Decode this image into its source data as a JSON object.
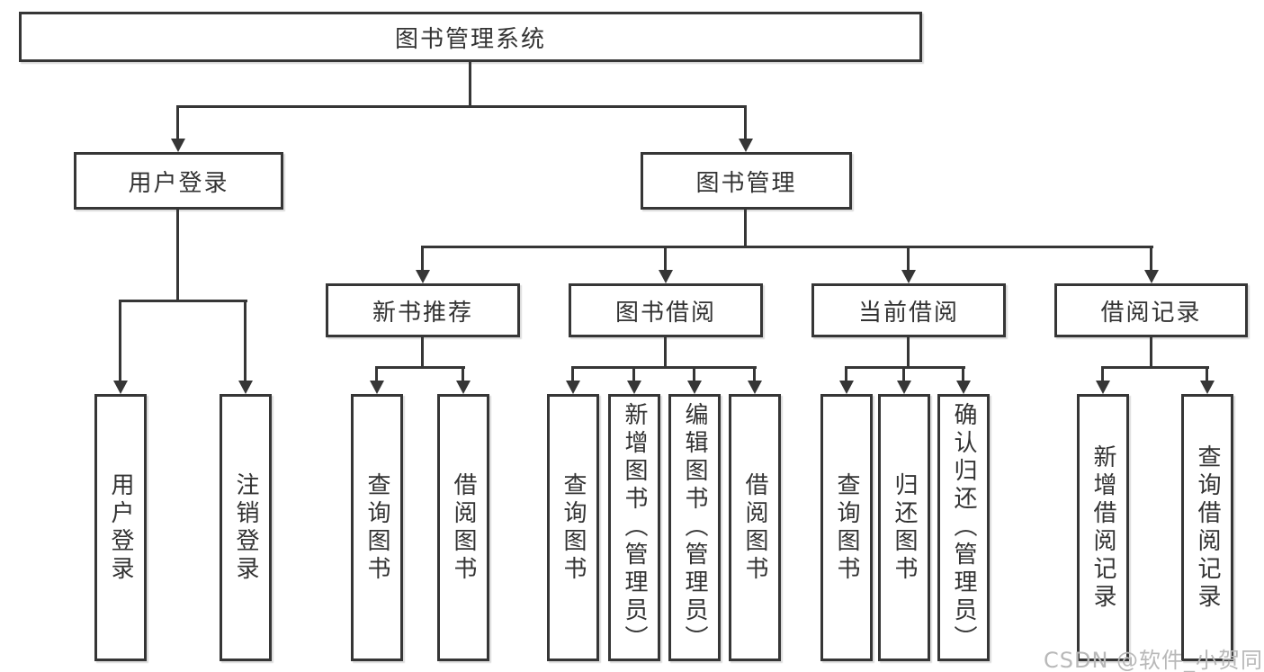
{
  "tree": {
    "label": "图书管理系统",
    "children": [
      {
        "label": "用户登录",
        "children": [
          {
            "label": "用户登录"
          },
          {
            "label": "注销登录"
          }
        ]
      },
      {
        "label": "图书管理",
        "children": [
          {
            "label": "新书推荐",
            "children": [
              {
                "label": "查询图书"
              },
              {
                "label": "借阅图书"
              }
            ]
          },
          {
            "label": "图书借阅",
            "children": [
              {
                "label": "查询图书"
              },
              {
                "label": "新增图书（管理员）"
              },
              {
                "label": "编辑图书（管理员）"
              },
              {
                "label": "借阅图书"
              }
            ]
          },
          {
            "label": "当前借阅",
            "children": [
              {
                "label": "查询图书"
              },
              {
                "label": "归还图书"
              },
              {
                "label": "确认归还（管理员）"
              }
            ]
          },
          {
            "label": "借阅记录",
            "children": [
              {
                "label": "新增借阅记录"
              },
              {
                "label": "查询借阅记录"
              }
            ]
          }
        ]
      }
    ]
  },
  "watermark": {
    "text": "CSDN @软件_小贺同学"
  },
  "colors": {
    "line": "#363636",
    "text": "#333333",
    "background": "#ffffff",
    "watermark": "#b8b8b8"
  }
}
